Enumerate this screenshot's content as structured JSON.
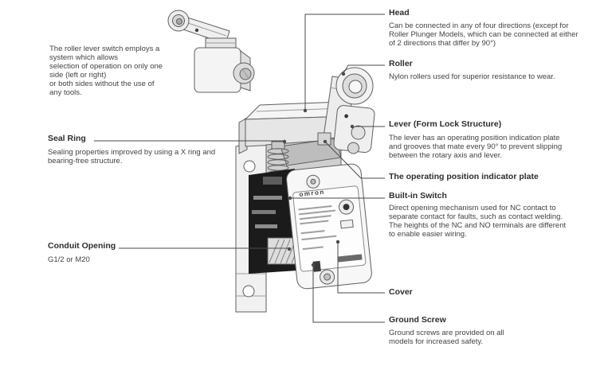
{
  "intro": {
    "text": "The roller lever switch employs a\nsystem which allows\nselection of operation on only one\nside (left or right)\nor both sides without the use of\nany tools."
  },
  "labels": {
    "head": {
      "title": "Head",
      "desc": "Can be connected in any of four directions (except for\nRoller Plunger Models, which can be connected at either\nof 2 directions that differ by 90°)"
    },
    "roller": {
      "title": "Roller",
      "desc": "Nylon rollers used for superior resistance to wear."
    },
    "lever": {
      "title": "Lever (Form Lock Structure)",
      "desc": "The lever has an operating position indication plate\nand grooves that mate every 90° to prevent slipping\nbetween the rotary axis and lever."
    },
    "indicator_plate": {
      "title": "The operating position indicator plate"
    },
    "built_in_switch": {
      "title": "Built-in Switch",
      "desc": "Direct opening mechanism used for NC contact to\nseparate contact for faults, such as contact welding.\nThe heights of the NC and NO terminals are different\nto enable easier wiring."
    },
    "cover": {
      "title": "Cover"
    },
    "ground_screw": {
      "title": "Ground Screw",
      "desc": "Ground screws are provided on all\nmodels for increased safety."
    },
    "seal_ring": {
      "title": "Seal Ring",
      "desc": "Sealing properties improved by using a X ring and\nbearing-free structure."
    },
    "conduit_opening": {
      "title": "Conduit Opening",
      "desc": "G1/2 or M20"
    }
  },
  "diagram": {
    "brand_label": "omron"
  },
  "colors": {
    "leader_line": "#4a4a4a",
    "drawing_stroke": "#5f5f5f",
    "cutaway_black": "#1b1b1b",
    "text": "#434343"
  }
}
